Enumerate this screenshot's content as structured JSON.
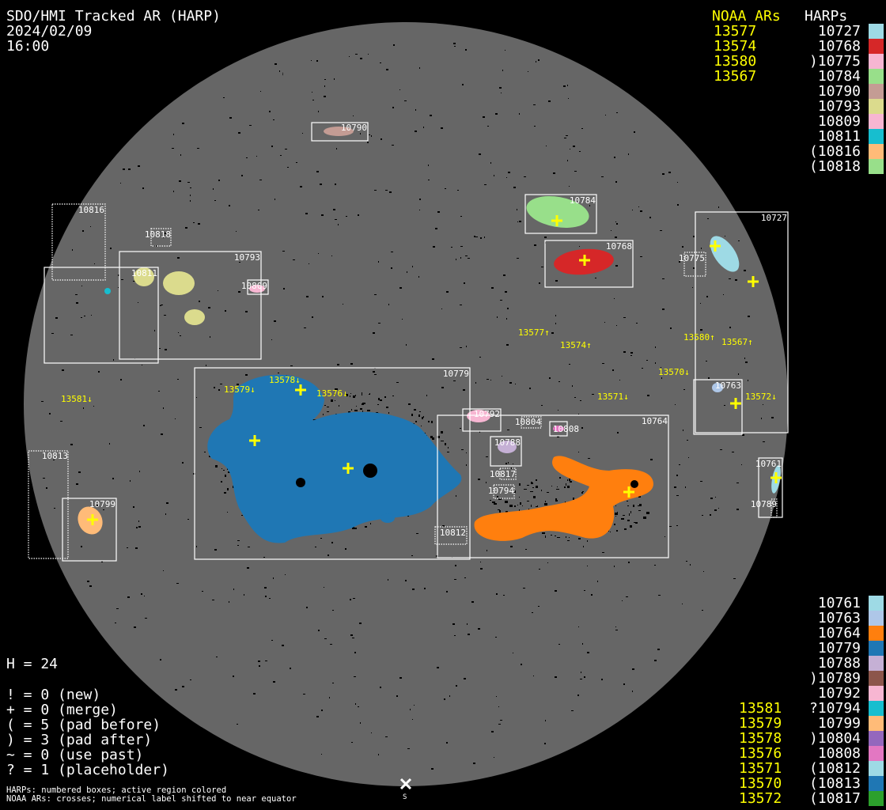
{
  "header": {
    "title": "SDO/HMI Tracked AR (HARP)",
    "date": "2024/02/09",
    "time": "16:00"
  },
  "legend_top": {
    "noaa_header": "NOAA ARs",
    "harps_header": "HARPs",
    "noaa": [
      "13577",
      "13574",
      "13580",
      "13567"
    ],
    "harps": [
      {
        "label": "10727",
        "color": "#9edae5"
      },
      {
        "label": "10768",
        "color": "#d62728"
      },
      {
        "label": ")10775",
        "color": "#f7b6d2"
      },
      {
        "label": "10784",
        "color": "#98df8a"
      },
      {
        "label": "10790",
        "color": "#c49c94"
      },
      {
        "label": "10793",
        "color": "#dbdb8d"
      },
      {
        "label": "10809",
        "color": "#f7b6d2"
      },
      {
        "label": "10811",
        "color": "#17becf"
      },
      {
        "label": "(10816",
        "color": "#ffbb78"
      },
      {
        "label": "(10818",
        "color": "#98df8a"
      }
    ]
  },
  "legend_bottom": {
    "noaa": [
      "13581",
      "13579",
      "13578",
      "13576",
      "13571",
      "13570",
      "13572"
    ],
    "harps": [
      {
        "label": "10761",
        "color": "#9edae5"
      },
      {
        "label": "10763",
        "color": "#aec7e8"
      },
      {
        "label": "10764",
        "color": "#ff7f0e"
      },
      {
        "label": "10779",
        "color": "#1f77b4"
      },
      {
        "label": "10788",
        "color": "#c5b0d5"
      },
      {
        "label": ")10789",
        "color": "#8c564b"
      },
      {
        "label": "10792",
        "color": "#f7b6d2"
      },
      {
        "label": "?10794",
        "color": "#17becf"
      },
      {
        "label": "10799",
        "color": "#ffbb78"
      },
      {
        "label": ")10804",
        "color": "#9467bd"
      },
      {
        "label": "10808",
        "color": "#e377c2"
      },
      {
        "label": "(10812",
        "color": "#9edae5"
      },
      {
        "label": "(10813",
        "color": "#1f77b4"
      },
      {
        "label": "(10817",
        "color": "#2ca02c"
      }
    ]
  },
  "stats": {
    "h": "H = 24",
    "lines": [
      "! = 0 (new)",
      "+ = 0 (merge)",
      "( = 5 (pad before)",
      ") = 3 (pad after)",
      "~ = 0 (use past)",
      "? = 1 (placeholder)"
    ]
  },
  "footer": {
    "line1": "HARPs: numbered boxes; active region colored",
    "line2": "NOAA ARs: crosses; numerical label shifted to near equator"
  },
  "disk": {
    "south": "S",
    "harp_labels": [
      "10790",
      "10784",
      "10768",
      "10727",
      "10793",
      "10811",
      "10809",
      "10779",
      "10764",
      "10792",
      "10788",
      "10808",
      "10763",
      "10761",
      "10799",
      "10816",
      "10818",
      "10775",
      "10804",
      "10817",
      "10794",
      "10812",
      "10813",
      "10789"
    ],
    "noaa_labels": [
      "13577↑",
      "13574↑",
      "13580↑",
      "13567↑",
      "13581↓",
      "13579↓",
      "13578↓",
      "13576↓",
      "13571↓",
      "13572↓",
      "13570↓"
    ]
  },
  "colors": {
    "disk": "#666666",
    "cross": "#ffff00",
    "noaa_text": "#ffff00"
  }
}
